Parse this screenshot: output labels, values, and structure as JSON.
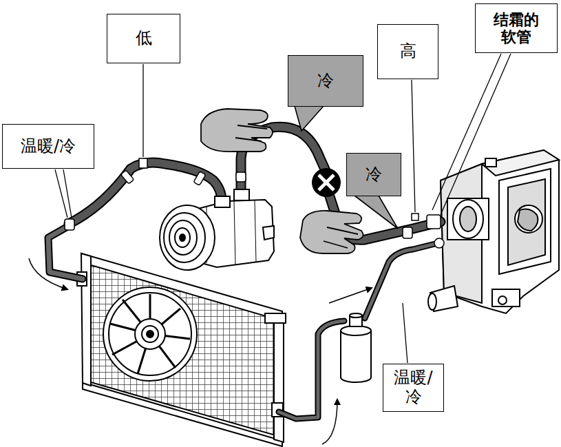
{
  "diagram": {
    "nodes": [
      {
        "text": [
          "低"
        ]
      },
      {
        "text": [
          "冷"
        ]
      },
      {
        "text": [
          "高"
        ]
      },
      {
        "text": [
          "结霜的软管"
        ]
      },
      {
        "text": [
          "温暖/冷"
        ]
      },
      {
        "text": [
          "冷"
        ]
      },
      {
        "text": [
          "温暖/冷"
        ]
      }
    ]
  }
}
